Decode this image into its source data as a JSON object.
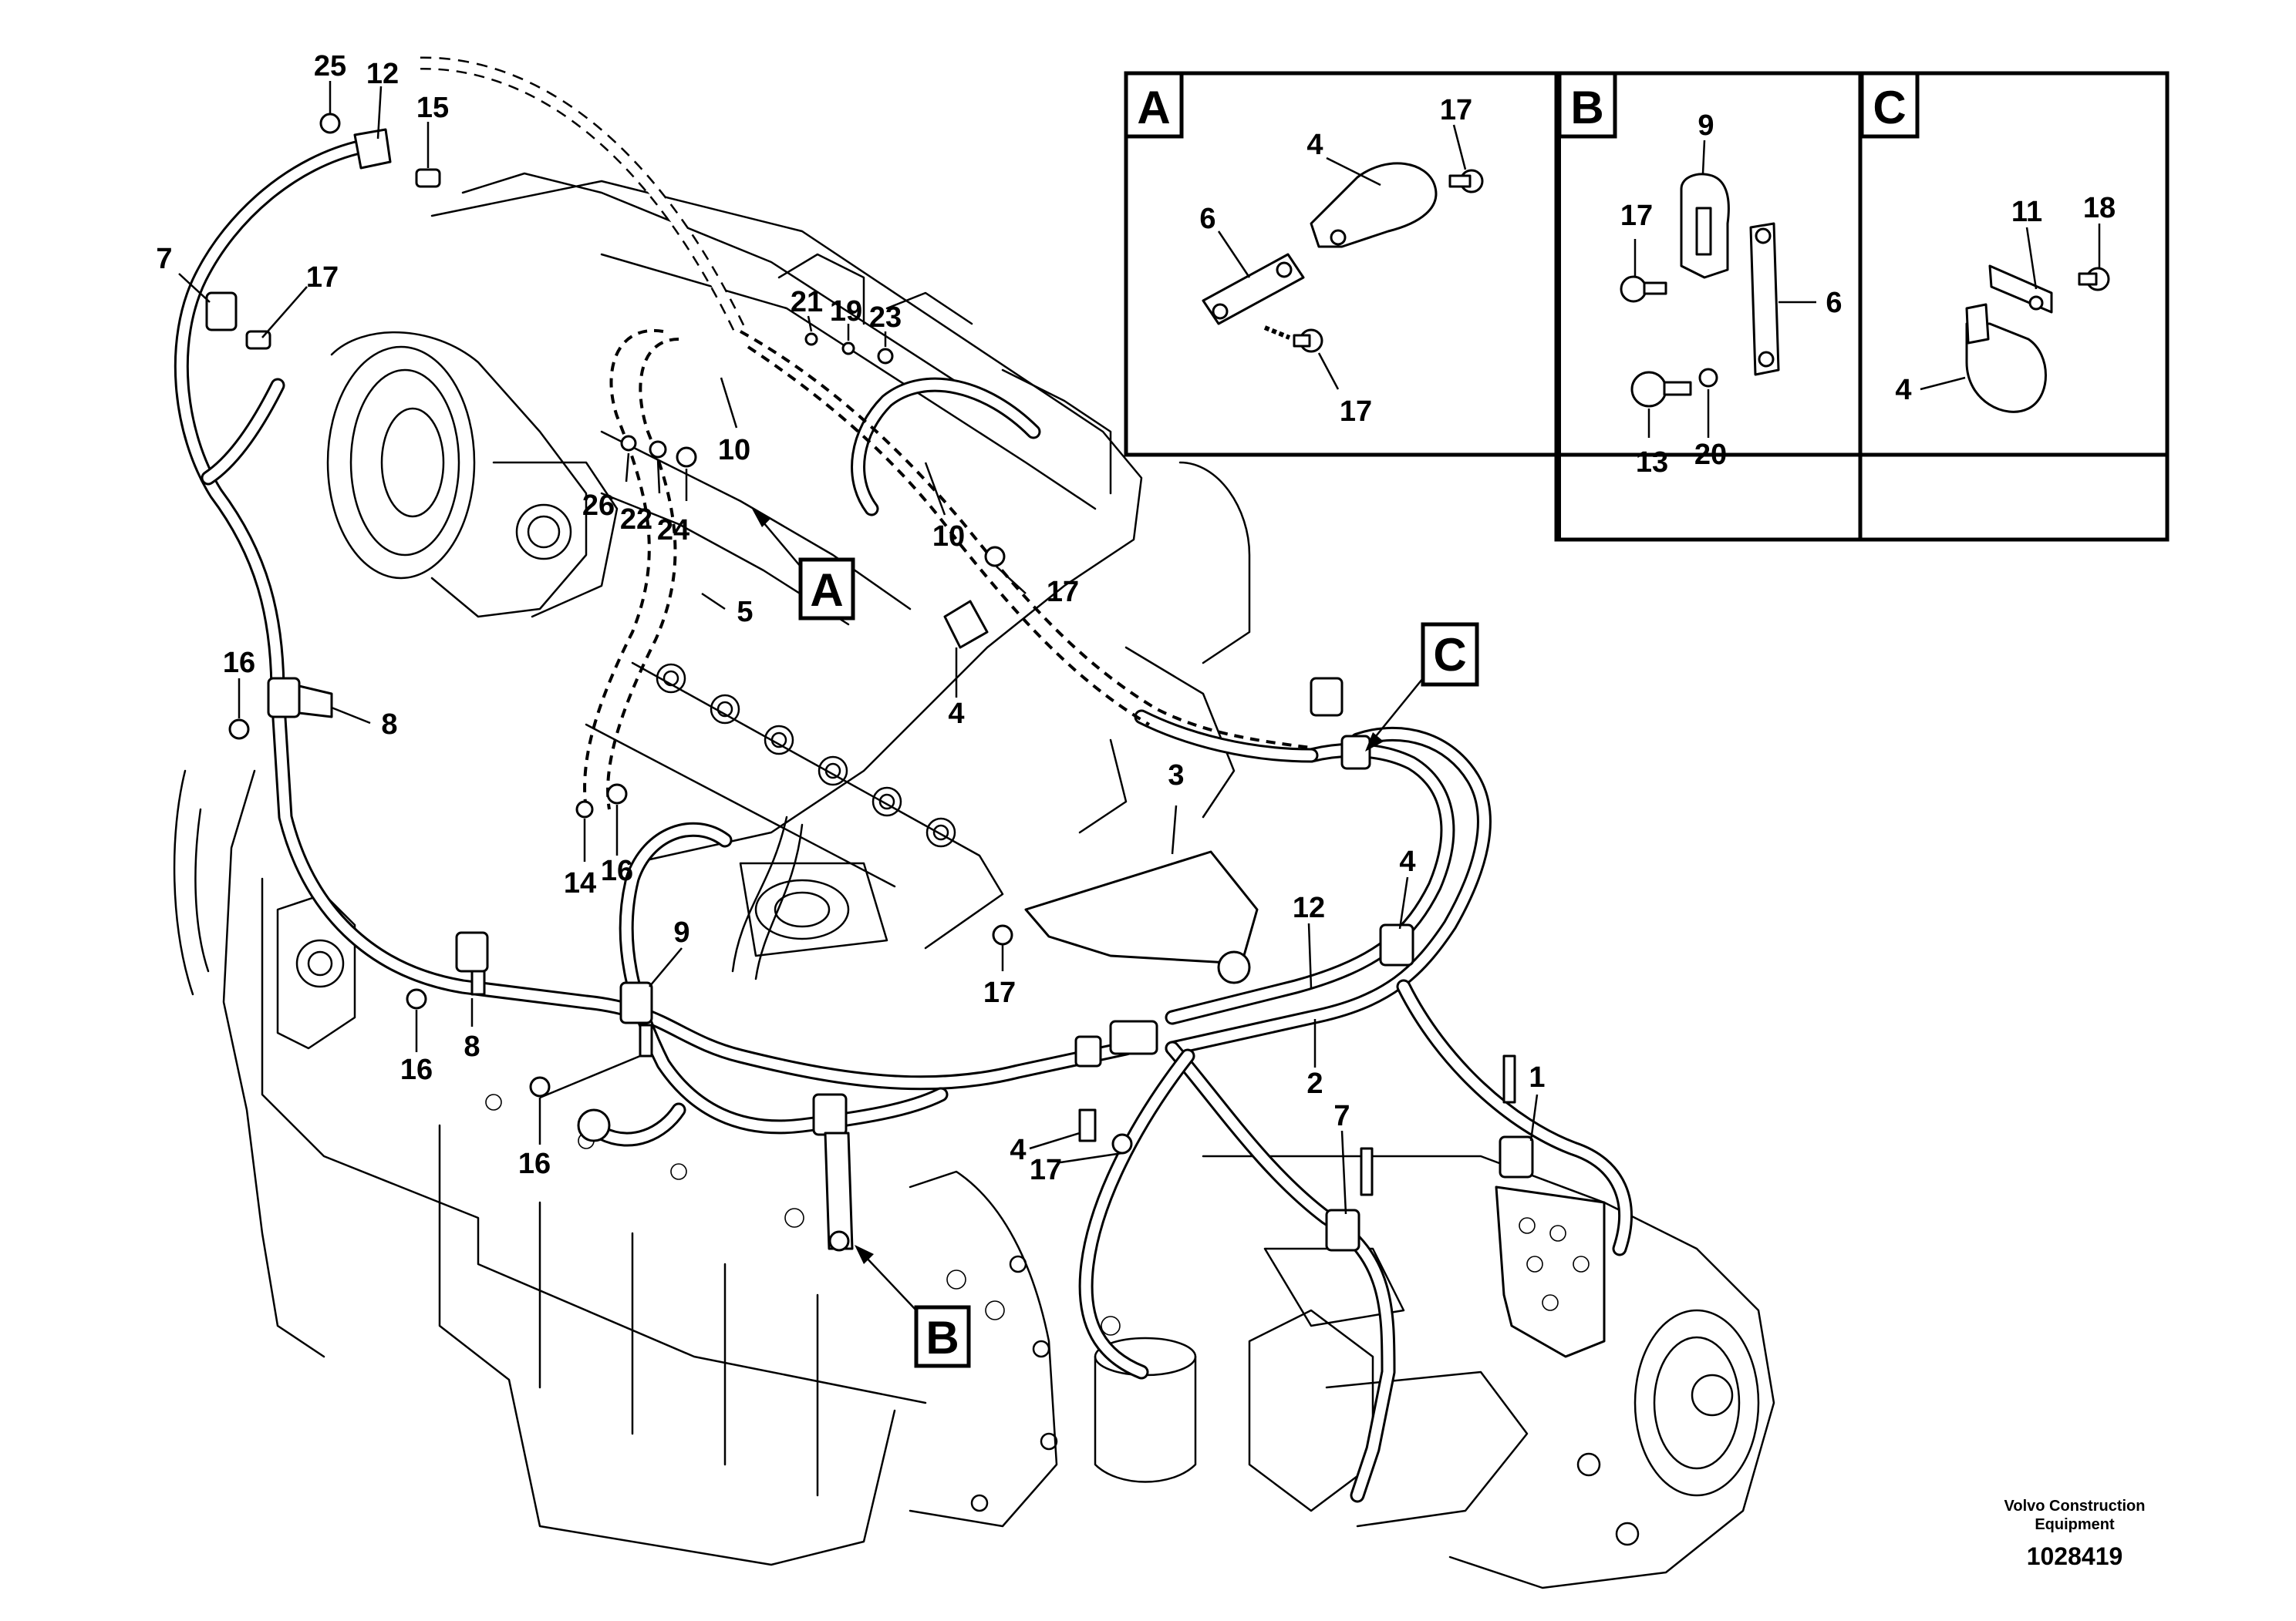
{
  "callouts": {
    "c25": "25",
    "c12a": "12",
    "c15": "15",
    "c7a": "7",
    "c17a": "17",
    "c21": "21",
    "c19": "19",
    "c23": "23",
    "c10a": "10",
    "c10b": "10",
    "c26": "26",
    "c22": "22",
    "c24": "24",
    "c5": "5",
    "c17b": "17",
    "c4a": "4",
    "c16a": "16",
    "c8a": "8",
    "c3": "3",
    "c14": "14",
    "c16b": "16",
    "c9": "9",
    "c12b": "12",
    "c4b": "4",
    "c17c": "17",
    "c2": "2",
    "c16c": "16",
    "c8b": "8",
    "c16d": "16",
    "c4c": "4",
    "c17d": "17",
    "c7b": "7",
    "c1": "1"
  },
  "detail_boxes": {
    "a": {
      "label": "A",
      "items": {
        "n17a": "17",
        "n4": "4",
        "n6": "6",
        "n17b": "17"
      }
    },
    "b": {
      "label": "B",
      "items": {
        "n9": "9",
        "n17": "17",
        "n6": "6",
        "n13": "13",
        "n20": "20"
      }
    },
    "c": {
      "label": "C",
      "items": {
        "n11": "11",
        "n18": "18",
        "n4": "4"
      }
    }
  },
  "view_markers": {
    "a": "A",
    "b": "B",
    "c": "C"
  },
  "footer": {
    "maker_line1": "Volvo Construction",
    "maker_line2": "Equipment",
    "doc_number": "1028419"
  }
}
